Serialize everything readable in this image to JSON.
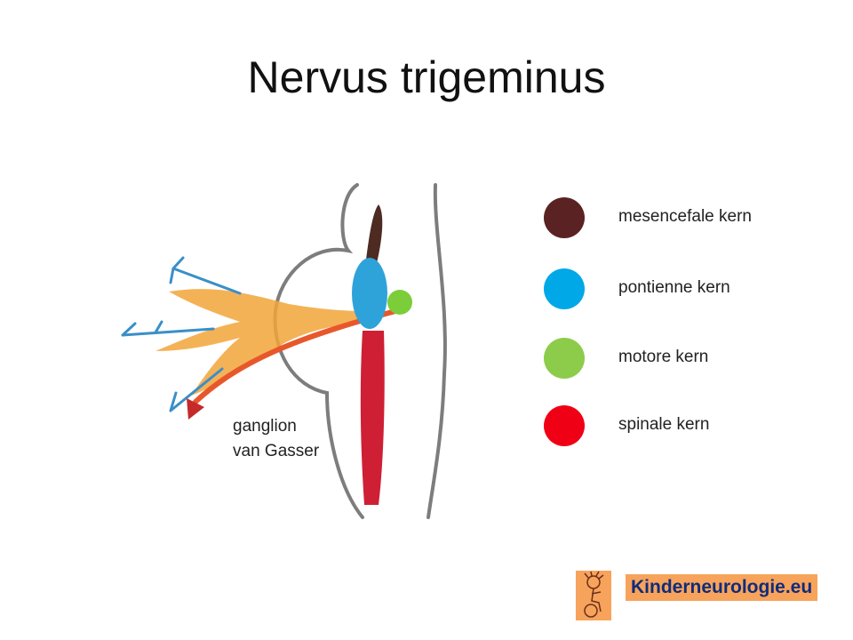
{
  "title": "Nervus trigeminus",
  "ganglion_label": {
    "line1": "ganglion",
    "line2": "van Gasser"
  },
  "legend": [
    {
      "label": "mesencefale kern",
      "color": "#5a2222"
    },
    {
      "label": "pontienne kern",
      "color": "#00a8e8"
    },
    {
      "label": "motore kern",
      "color": "#8ccc4a"
    },
    {
      "label": "spinale kern",
      "color": "#f00014"
    }
  ],
  "drawing_colors": {
    "outline": "#7d7d7d",
    "ganglion_fibers": "#f2a43a",
    "fiber_red": "#e8572c",
    "mesencephalic": "#4d2b22",
    "pontine": "#2ea3d9",
    "motor": "#7ccd3a",
    "spinal": "#cf1f35",
    "sensory_branch": "#3a8fc8"
  },
  "logo": {
    "text": "Kinderneurologie.eu",
    "background": "#f7a35c",
    "text_color": "#0f2c7a"
  }
}
